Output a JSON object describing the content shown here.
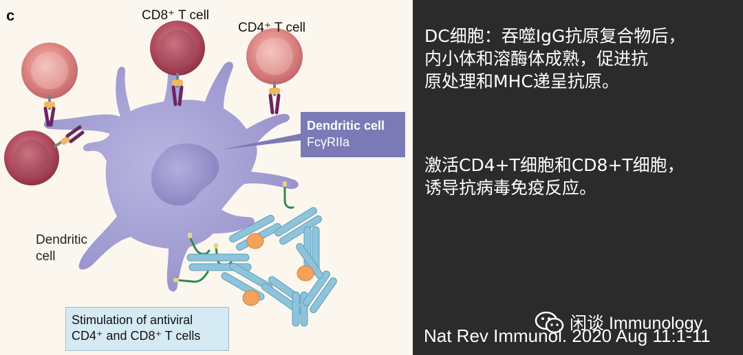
{
  "figure": {
    "panel_letter": "c",
    "cd8_label": "CD8⁺ T cell",
    "cd4_label": "CD4⁺ T cell",
    "dc_label_line1": "Dendritic",
    "dc_label_line2": "cell",
    "callout_title": "Dendritic cell",
    "callout_sub": "FcγRIIa",
    "stim_line1": "Stimulation of antiviral",
    "stim_line2": "CD4⁺ and CD8⁺ T cells"
  },
  "notes": {
    "para1": [
      "DC细胞：吞噬IgG抗原复合物后，",
      "内小体和溶酶体成熟，促进抗",
      "原处理和MHC递呈抗原。"
    ],
    "para2": [
      "激活CD4+T细胞和CD8+T细胞，",
      "诱导抗病毒免疫反应。"
    ]
  },
  "watermark": {
    "text": "闲谈 Immunology",
    "icon": "wechat-icon"
  },
  "citation": "Nat Rev Immunol. 2020 Aug 11:1-11",
  "colors": {
    "dc_body": "#9f9bd0",
    "tcell": "#c96a6e",
    "antibody": "#8ec3dc",
    "antigen": "#f2a25a",
    "callout": "#7c7ab6"
  }
}
